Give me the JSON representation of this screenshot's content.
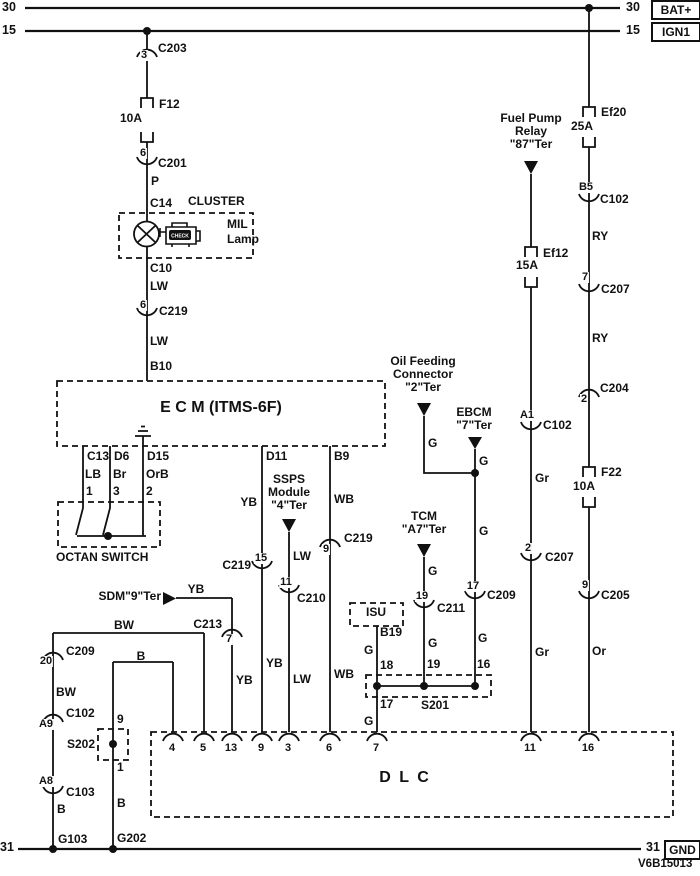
{
  "rails": {
    "bat": {
      "num": "30",
      "box": "BAT+"
    },
    "ign": {
      "num": "15",
      "box": "IGN1"
    },
    "gnd": {
      "num": "31",
      "box": "GND"
    }
  },
  "doc_code": "V6B15013",
  "boxes": {
    "cluster": "CLUSTER",
    "ecm": "E C M  (ITMS-6F)",
    "octan": "OCTAN SWITCH",
    "dlc": "D L C",
    "isu": "ISU"
  },
  "cluster": {
    "mil1": "MIL",
    "mil2": "Lamp",
    "check": "CHECK"
  },
  "colors": {
    "p": "P",
    "lw": "LW",
    "yb": "YB",
    "wb": "WB",
    "bw": "BW",
    "b": "B",
    "g": "G",
    "gr": "Gr",
    "ry": "RY",
    "or": "Or",
    "lb": "LB",
    "br": "Br",
    "orb": "OrB"
  },
  "ecm_pins": {
    "c14": "C14",
    "c10": "C10",
    "b10": "B10",
    "c13": "C13",
    "d6": "D6",
    "d15": "D15",
    "d11": "D11",
    "b9": "B9",
    "p1": "1",
    "p3": "3",
    "p2": "2"
  },
  "modules": {
    "sdm": "SDM\"9\"Ter",
    "ssps": {
      "l1": "SSPS",
      "l2": "Module",
      "l3": "\"4\"Ter"
    },
    "fuel": {
      "l1": "Fuel Pump",
      "l2": "Relay",
      "l3": "\"87\"Ter"
    },
    "oil": {
      "l1": "Oil Feeding",
      "l2": "Connector",
      "l3": "\"2\"Ter"
    },
    "ebcm": {
      "l1": "EBCM",
      "l2": "\"7\"Ter"
    },
    "tcm": {
      "l1": "TCM",
      "l2": "\"A7\"Ter"
    }
  },
  "fuses": {
    "f12": {
      "name": "F12",
      "amps": "10A"
    },
    "ef20": {
      "name": "Ef20",
      "amps": "25A"
    },
    "ef12": {
      "name": "Ef12",
      "amps": "15A"
    },
    "f22": {
      "name": "F22",
      "amps": "10A"
    }
  },
  "connectors": {
    "c203": {
      "pin": "3",
      "name": "C203"
    },
    "c201": {
      "pin": "6",
      "name": "C201"
    },
    "c219a": {
      "pin": "6",
      "name": "C219"
    },
    "c219b": {
      "pin": "15",
      "name": "C219"
    },
    "c210": {
      "pin": "11",
      "name": "C210"
    },
    "c219c": {
      "pin": "9",
      "name": "C219"
    },
    "c213": {
      "pin": "7",
      "name": "C213"
    },
    "c209a": {
      "pin": "20",
      "name": "C209"
    },
    "c102a": {
      "pin": "A9",
      "name": "C102"
    },
    "c103": {
      "pin": "A8",
      "name": "C103"
    },
    "c211": {
      "pin": "19",
      "name": "C211"
    },
    "c209b": {
      "pin": "17",
      "name": "C209"
    },
    "c102b": {
      "pin": "A1",
      "name": "C102"
    },
    "c207a": {
      "pin": "2",
      "name": "C207"
    },
    "c102c": {
      "pin": "B5",
      "name": "C102"
    },
    "c207b": {
      "pin": "7",
      "name": "C207"
    },
    "c204": {
      "pin": "2",
      "name": "C204"
    },
    "c205": {
      "pin": "9",
      "name": "C205"
    }
  },
  "splices": {
    "s201": "S201",
    "s202": "S202",
    "s202_p9": "9",
    "s202_p1": "1",
    "s201_p18": "18",
    "s201_p19": "19",
    "s201_p16": "16",
    "s201_p17": "17",
    "isu_pin": "B19"
  },
  "grounds": {
    "g103": "G103",
    "g202": "G202"
  },
  "dlc_pins": [
    "4",
    "5",
    "13",
    "9",
    "3",
    "6",
    "7",
    "11",
    "16"
  ]
}
